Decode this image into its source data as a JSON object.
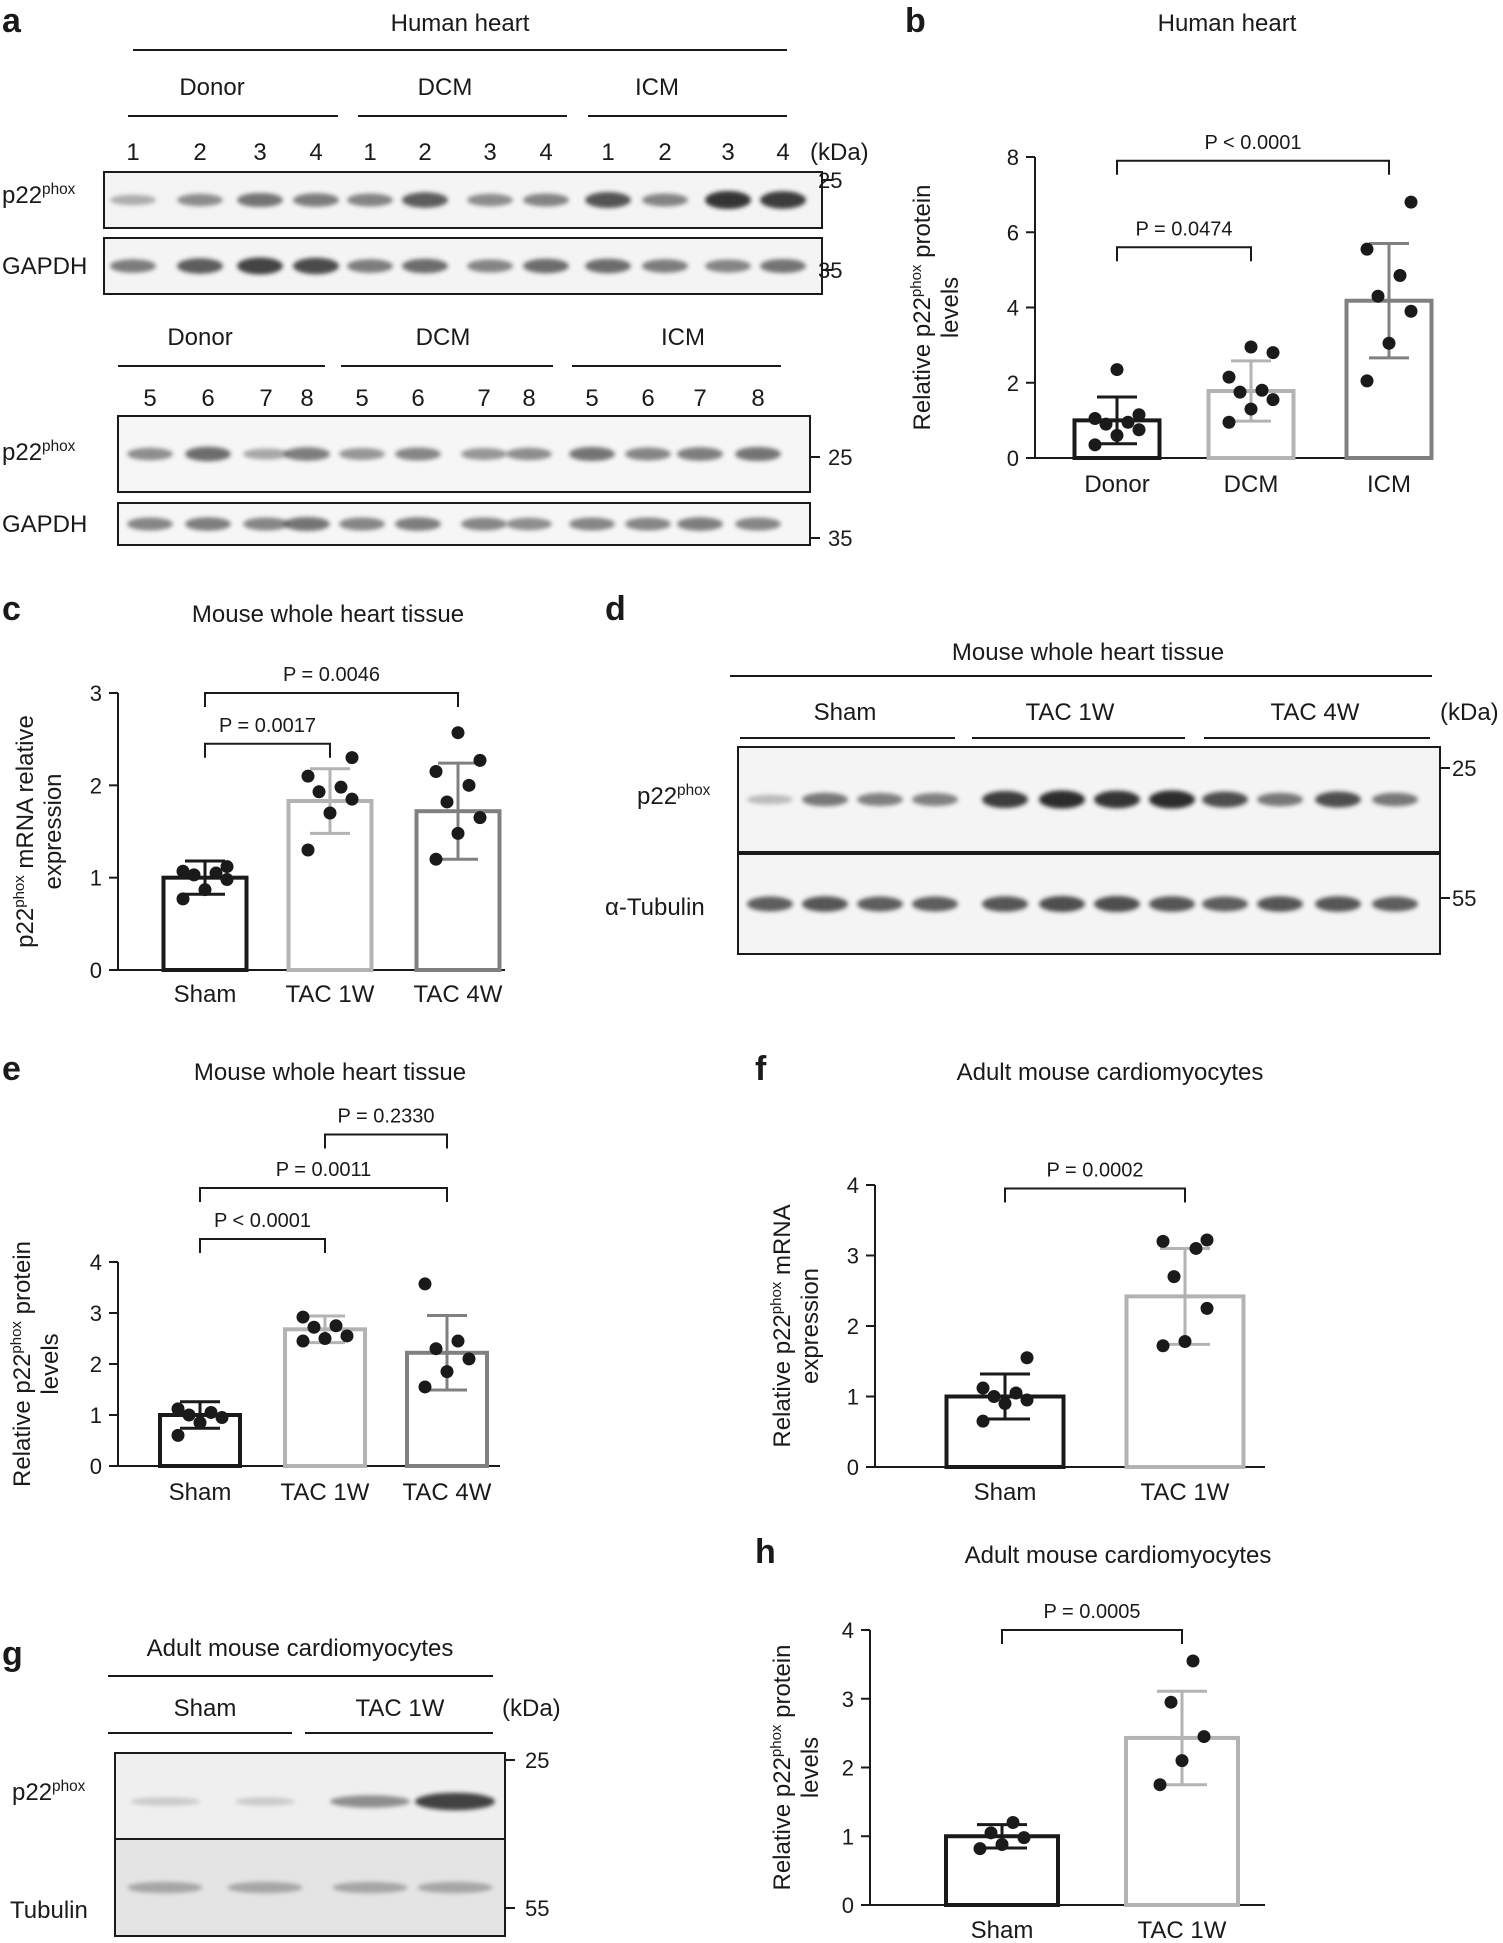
{
  "panels": {
    "a": {
      "letter": "a",
      "title": "Human heart",
      "kda": "(kDa)",
      "blot1": {
        "groups": [
          "Donor",
          "DCM",
          "ICM"
        ],
        "lanes": [
          "1",
          "2",
          "3",
          "4",
          "1",
          "2",
          "3",
          "4",
          "1",
          "2",
          "3",
          "4"
        ],
        "rows": [
          {
            "label": "p22",
            "sup": "phox",
            "marker": "25"
          },
          {
            "label": "GAPDH",
            "sup": "",
            "marker": "35"
          }
        ]
      },
      "blot2": {
        "groups": [
          "Donor",
          "DCM",
          "ICM"
        ],
        "lanes": [
          "5",
          "6",
          "7",
          "8",
          "5",
          "6",
          "7",
          "8",
          "5",
          "6",
          "7",
          "8"
        ],
        "rows": [
          {
            "label": "p22",
            "sup": "phox",
            "marker": "25"
          },
          {
            "label": "GAPDH",
            "sup": "",
            "marker": "35"
          }
        ]
      }
    },
    "d": {
      "letter": "d",
      "title": "Mouse whole heart tissue",
      "kda": "(kDa)",
      "groups": [
        "Sham",
        "TAC 1W",
        "TAC 4W"
      ],
      "rows": [
        {
          "label": "p22",
          "sup": "phox",
          "marker": "25"
        },
        {
          "label": "α-Tubulin",
          "sup": "",
          "marker": "55"
        }
      ]
    },
    "g": {
      "letter": "g",
      "title": "Adult mouse cardiomyocytes",
      "kda": "(kDa)",
      "groups": [
        "Sham",
        "TAC 1W"
      ],
      "rows": [
        {
          "label": "p22",
          "sup": "phox",
          "marker": "25"
        },
        {
          "label": "Tubulin",
          "sup": "",
          "marker": "55"
        }
      ]
    }
  },
  "chart_data": [
    {
      "panel": "b",
      "type": "bar",
      "title": "Human heart",
      "ylabel": {
        "pre": "Relative p22",
        "sup": "phox",
        "post": " protein",
        "line2": "levels"
      },
      "ylim": [
        0,
        8
      ],
      "yticks": [
        0,
        2,
        4,
        6,
        8
      ],
      "categories": [
        "Donor",
        "DCM",
        "ICM"
      ],
      "values": [
        1.0,
        1.78,
        4.18
      ],
      "errors": [
        0.62,
        0.8,
        1.52
      ],
      "colors": [
        "#1a1a1a",
        "#b3b3b3",
        "#808080"
      ],
      "points": [
        [
          0.35,
          0.6,
          0.75,
          0.9,
          0.95,
          1.05,
          1.15,
          2.35
        ],
        [
          0.95,
          1.3,
          1.55,
          1.75,
          1.8,
          2.15,
          2.8,
          2.95
        ],
        [
          2.05,
          3.05,
          3.9,
          4.3,
          4.85,
          5.55,
          6.8
        ]
      ],
      "comparisons": [
        {
          "text": "P = 0.0474",
          "from": 0,
          "to": 1,
          "y": 5.6
        },
        {
          "text": "P < 0.0001",
          "from": 0,
          "to": 2,
          "y": 7.9
        }
      ]
    },
    {
      "panel": "c",
      "type": "bar",
      "title": "Mouse whole heart tissue",
      "ylabel": {
        "pre": "p22",
        "sup": "phox",
        "post": " mRNA relative",
        "line2": "expression"
      },
      "ylim": [
        0,
        3
      ],
      "yticks": [
        0,
        1,
        2,
        3
      ],
      "categories": [
        "Sham",
        "TAC 1W",
        "TAC 4W"
      ],
      "values": [
        1.0,
        1.83,
        1.72
      ],
      "errors": [
        0.18,
        0.35,
        0.52
      ],
      "colors": [
        "#1a1a1a",
        "#b3b3b3",
        "#808080"
      ],
      "points": [
        [
          0.77,
          0.87,
          0.98,
          1.03,
          1.05,
          1.07,
          1.12
        ],
        [
          1.3,
          1.7,
          1.85,
          1.93,
          1.98,
          2.1,
          2.3
        ],
        [
          1.2,
          1.48,
          1.65,
          1.82,
          2.0,
          2.15,
          2.27,
          2.57
        ]
      ],
      "comparisons": [
        {
          "text": "P = 0.0017",
          "from": 0,
          "to": 1,
          "y": 2.45
        },
        {
          "text": "P = 0.0046",
          "from": 0,
          "to": 2,
          "y": 3.0
        }
      ]
    },
    {
      "panel": "e",
      "type": "bar",
      "title": "Mouse whole heart tissue",
      "ylabel": {
        "pre": "Relative p22",
        "sup": "phox",
        "post": " protein",
        "line2": "levels"
      },
      "ylim": [
        0,
        4
      ],
      "yticks": [
        0,
        1,
        2,
        3,
        4
      ],
      "categories": [
        "Sham",
        "TAC 1W",
        "TAC 4W"
      ],
      "values": [
        1.0,
        2.68,
        2.22
      ],
      "errors": [
        0.26,
        0.26,
        0.73
      ],
      "colors": [
        "#1a1a1a",
        "#b3b3b3",
        "#808080"
      ],
      "points": [
        [
          0.6,
          0.85,
          0.95,
          1.0,
          1.05,
          1.12
        ],
        [
          2.45,
          2.5,
          2.55,
          2.72,
          2.75,
          2.92
        ],
        [
          1.55,
          1.85,
          2.1,
          2.3,
          2.45,
          3.57
        ]
      ],
      "comparisons": [
        {
          "text": "P < 0.0001",
          "from": 0,
          "to": 1,
          "y": 4.45
        },
        {
          "text": "P = 0.0011",
          "from": 0,
          "to": 2,
          "y": 5.45
        },
        {
          "text": "P = 0.2330",
          "from": 1,
          "to": 2,
          "y": 6.5
        }
      ]
    },
    {
      "panel": "f",
      "type": "bar",
      "title": "Adult mouse cardiomyocytes",
      "ylabel": {
        "pre": "Relative p22",
        "sup": "phox",
        "post": " mRNA",
        "line2": "expression"
      },
      "ylim": [
        0,
        4
      ],
      "yticks": [
        0,
        1,
        2,
        3,
        4
      ],
      "categories": [
        "Sham",
        "TAC 1W"
      ],
      "values": [
        1.0,
        2.42
      ],
      "errors": [
        0.32,
        0.68
      ],
      "colors": [
        "#1a1a1a",
        "#b3b3b3"
      ],
      "points": [
        [
          0.65,
          0.9,
          0.95,
          1.0,
          1.05,
          1.12,
          1.55
        ],
        [
          1.72,
          1.78,
          2.25,
          2.7,
          3.1,
          3.2,
          3.22
        ]
      ],
      "comparisons": [
        {
          "text": "P = 0.0002",
          "from": 0,
          "to": 1,
          "y": 3.95
        }
      ]
    },
    {
      "panel": "h",
      "type": "bar",
      "title": "Adult mouse cardiomyocytes",
      "ylabel": {
        "pre": "Relative p22",
        "sup": "phox",
        "post": " protein",
        "line2": "levels"
      },
      "ylim": [
        0,
        4
      ],
      "yticks": [
        0,
        1,
        2,
        3,
        4
      ],
      "categories": [
        "Sham",
        "TAC 1W"
      ],
      "values": [
        1.0,
        2.43
      ],
      "errors": [
        0.17,
        0.68
      ],
      "colors": [
        "#1a1a1a",
        "#b3b3b3"
      ],
      "points": [
        [
          0.82,
          0.88,
          0.98,
          1.05,
          1.2
        ],
        [
          1.75,
          2.1,
          2.45,
          2.95,
          3.55
        ]
      ],
      "comparisons": [
        {
          "text": "P = 0.0005",
          "from": 0,
          "to": 1,
          "y": 4.0
        }
      ]
    }
  ]
}
